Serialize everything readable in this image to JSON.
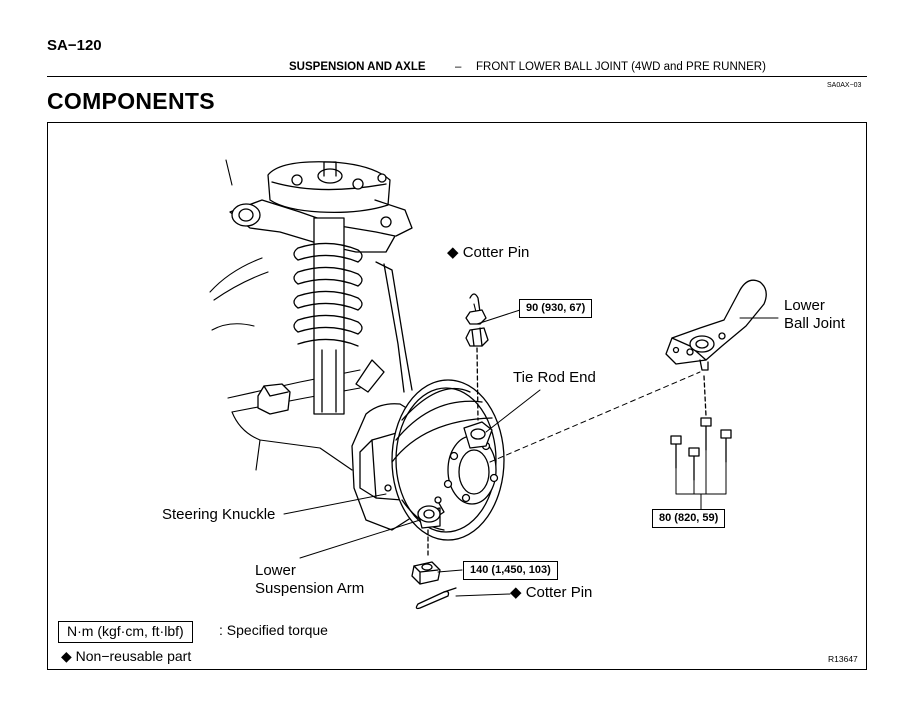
{
  "page": {
    "number": "SA−120",
    "section": "SUSPENSION AND AXLE",
    "separator": "–",
    "subsection": "FRONT LOWER BALL JOINT (4WD and PRE RUNNER)",
    "doc_code": "SA0AX−03",
    "title": "COMPONENTS"
  },
  "labels": {
    "cotter_pin_top": "◆ Cotter Pin",
    "tie_rod_end": "Tie Rod End",
    "lower_ball_joint_l1": "Lower",
    "lower_ball_joint_l2": "Ball Joint",
    "steering_knuckle": "Steering Knuckle",
    "lower_arm_l1": "Lower",
    "lower_arm_l2": "Suspension Arm",
    "cotter_pin_bottom": "◆ Cotter Pin"
  },
  "torques": {
    "tie_rod_nut": "90 (930, 67)",
    "ball_joint_bolts": "80 (820, 59)",
    "ball_joint_nut": "140 (1,450, 103)"
  },
  "legend": {
    "unit_box": "N·m (kgf·cm, ft·lbf)",
    "unit_text": ": Specified torque",
    "non_reusable": "◆ Non−reusable part"
  },
  "figure_id": "R13647"
}
